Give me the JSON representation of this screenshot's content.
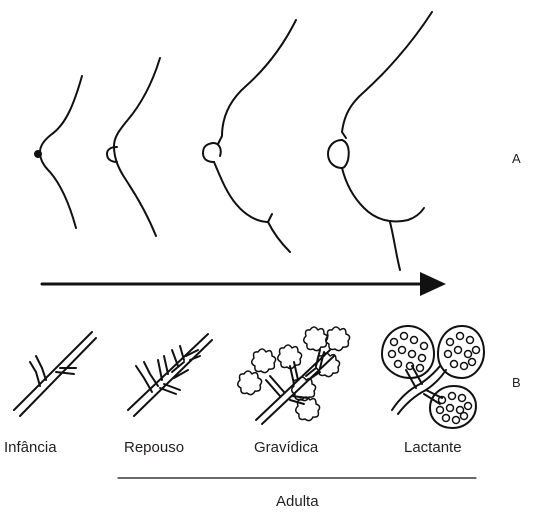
{
  "row_labels": {
    "a": "A",
    "b": "B"
  },
  "stages": [
    {
      "label": "Infância"
    },
    {
      "label": "Repouso"
    },
    {
      "label": "Gravídica"
    },
    {
      "label": "Lactante"
    }
  ],
  "group_label": "Adulta"
}
